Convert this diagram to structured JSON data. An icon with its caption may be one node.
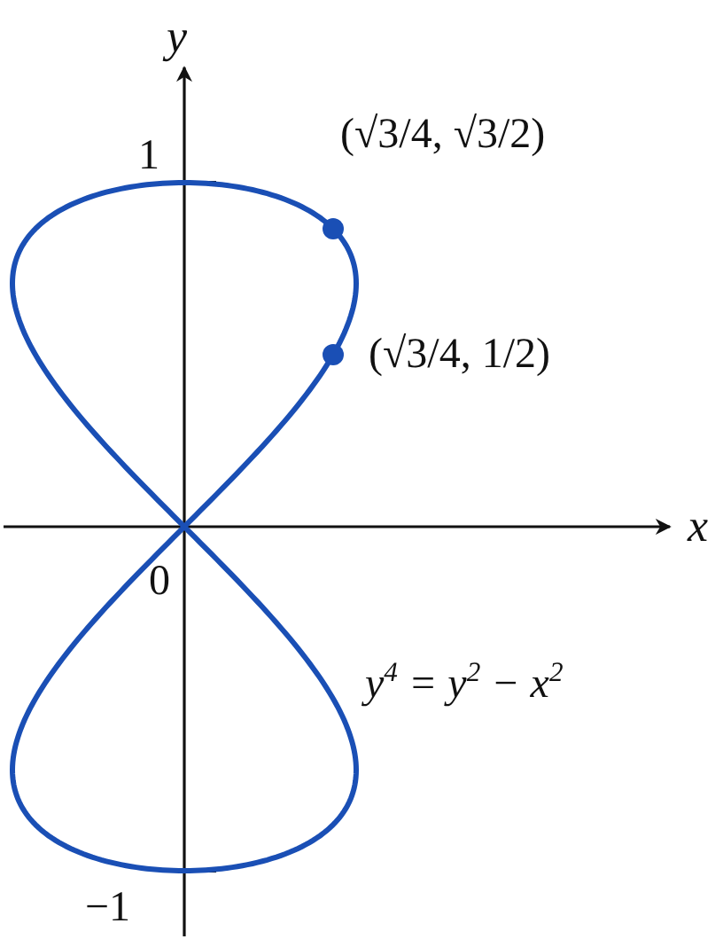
{
  "diagram": {
    "labels": [
      "y",
      "1",
      "(√3/4, √3/2)",
      "(√3/4, 1/2)",
      "x",
      "0",
      "y$^{4}$ = y$^{2}$ − x$^{2}$",
      "−1"
    ]
  }
}
